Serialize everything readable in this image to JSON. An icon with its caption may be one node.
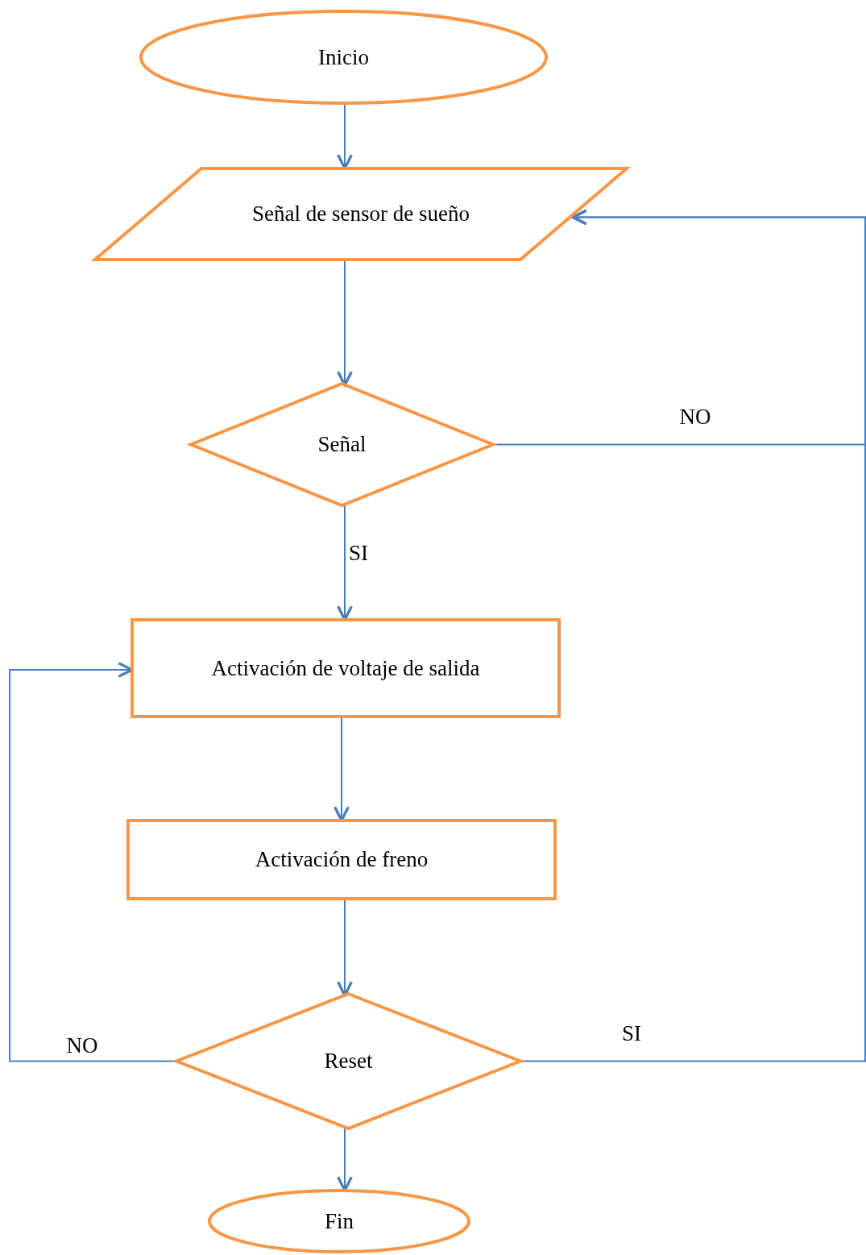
{
  "diagram": {
    "nodes": [
      {
        "text": [
          "Inicio"
        ]
      },
      {
        "text": [
          "Señal de sensor de sueño"
        ]
      },
      {
        "text": [
          "Señal"
        ]
      },
      {
        "text": [
          "Activación de voltaje de salida"
        ]
      },
      {
        "text": [
          "Activación de freno"
        ]
      },
      {
        "text": [
          "Reset"
        ]
      },
      {
        "text": [
          "Fin"
        ]
      }
    ],
    "edges": [
      {
        "from": 0,
        "to": 1,
        "arrow": "to"
      },
      {
        "from": 1,
        "to": 2,
        "arrow": "to"
      },
      {
        "from": 2,
        "to": 3,
        "arrow": "to",
        "label": "SI"
      },
      {
        "from": 2,
        "to": 1,
        "arrow": "to",
        "label": "NO"
      },
      {
        "from": 3,
        "to": 4,
        "arrow": "to"
      },
      {
        "from": 4,
        "to": 5,
        "arrow": "to"
      },
      {
        "from": 5,
        "to": 3,
        "arrow": "to",
        "label": "NO"
      },
      {
        "from": 5,
        "to": 1,
        "arrow": "to",
        "label": "SI"
      },
      {
        "from": 5,
        "to": 6,
        "arrow": "to"
      }
    ]
  }
}
